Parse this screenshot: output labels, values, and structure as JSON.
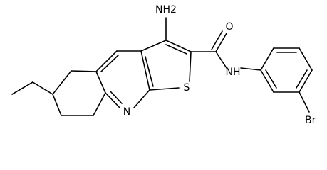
{
  "structure": {
    "labels": {
      "nh2": "NH2",
      "o": "O",
      "nh": "NH",
      "s": "S",
      "n": "N",
      "br": "Br"
    }
  }
}
